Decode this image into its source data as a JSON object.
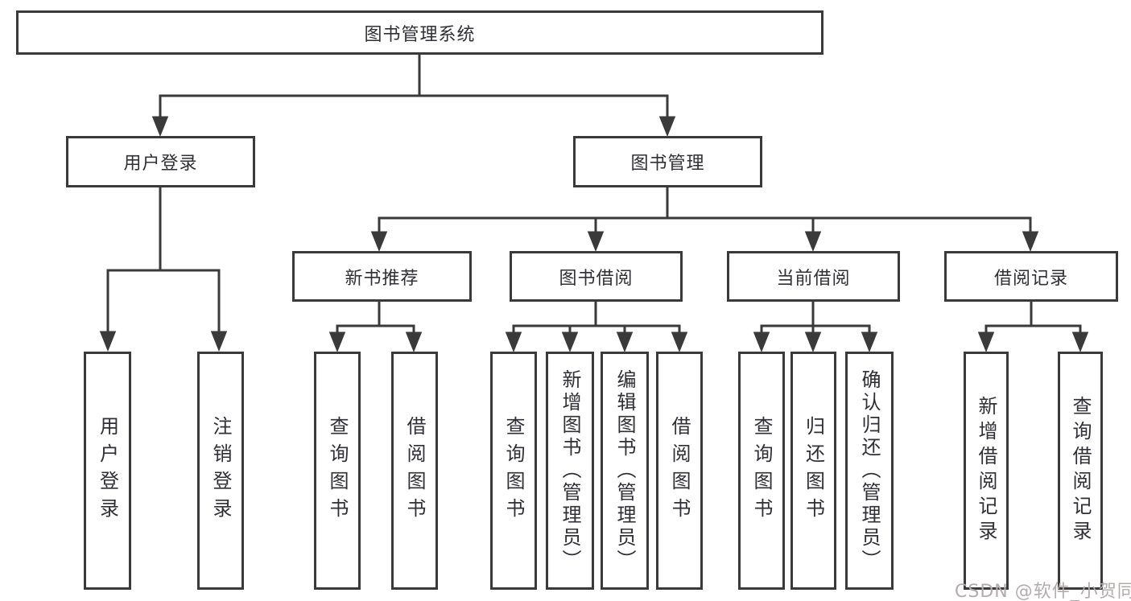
{
  "diagram": {
    "root": "图书管理系统",
    "level2": {
      "user_login": "用户登录",
      "book_management": "图书管理"
    },
    "level3": {
      "new_books": "新书推荐",
      "book_borrowing": "图书借阅",
      "current_borrowing": "当前借阅",
      "borrowing_records": "借阅记录"
    },
    "leaves": {
      "login": [
        "用户登录",
        "注销登录"
      ],
      "new_books": [
        "查询图书",
        "借阅图书"
      ],
      "book_borrowing": [
        "查询图书",
        "新增图书（管理员）",
        "编辑图书（管理员）",
        "借阅图书"
      ],
      "current_borrowing": [
        "查询图书",
        "归还图书",
        "确认归还（管理员）"
      ],
      "borrowing_records": [
        "新增借阅记录",
        "查询借阅记录"
      ]
    }
  },
  "watermark": "CSDN @软件_小贺同学",
  "colors": {
    "line": "#3a3a3a",
    "text": "#2f2f35",
    "watermark": "#b3acac"
  }
}
